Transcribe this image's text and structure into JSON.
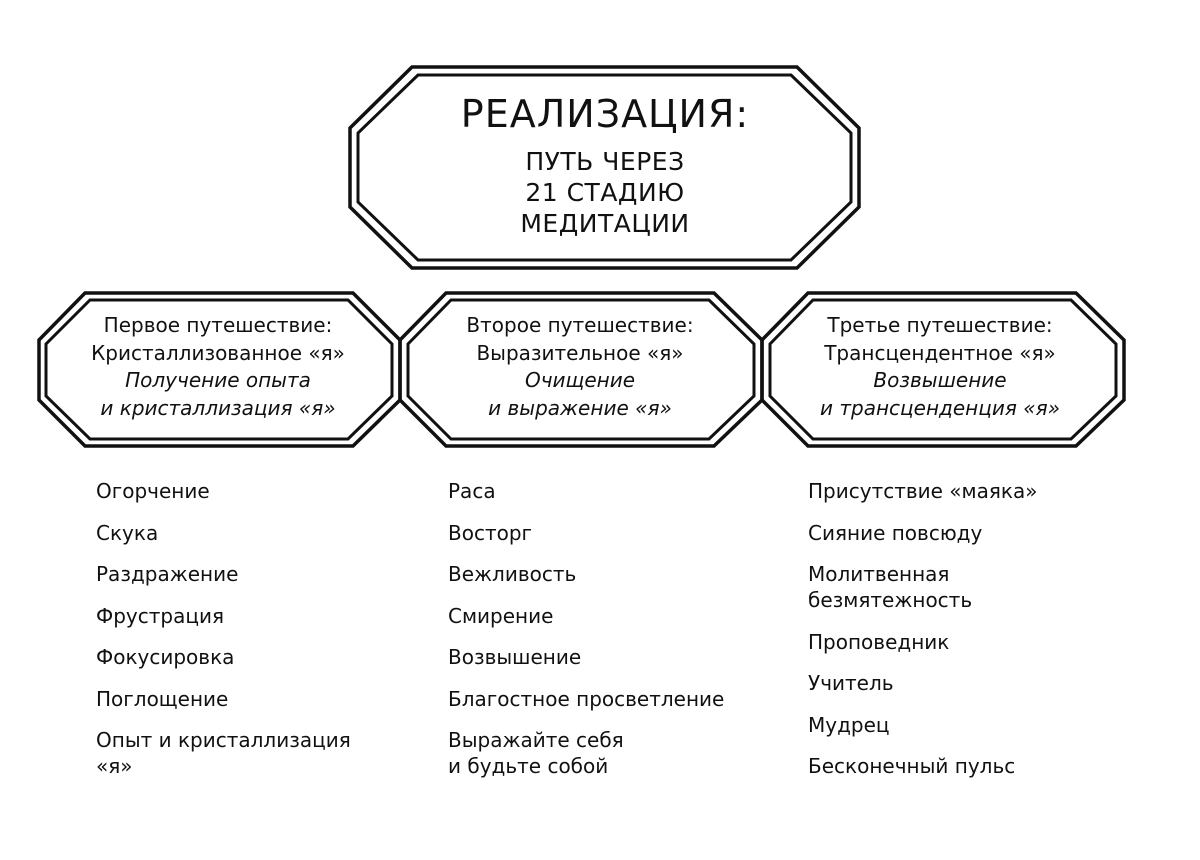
{
  "title": {
    "main": "РЕАЛИЗАЦИЯ:",
    "line1": "ПУТЬ ЧЕРЕЗ",
    "line2": "21 СТАДИЮ",
    "line3": "МЕДИТАЦИИ"
  },
  "journeys": [
    {
      "heading": "Первое путешествие:",
      "self": "Кристаллизованное «я»",
      "italic1": "Получение опыта",
      "italic2": "и кристаллизация «я»",
      "stages": [
        "Огорчение",
        "Скука",
        "Раздражение",
        "Фрустрация",
        "Фокусировка",
        "Поглощение",
        "Опыт и кристаллизация «я»"
      ]
    },
    {
      "heading": "Второе путешествие:",
      "self": "Выразительное «я»",
      "italic1": "Очищение",
      "italic2": "и выражение «я»",
      "stages": [
        "Раса",
        "Восторг",
        "Вежливость",
        "Смирение",
        "Возвышение",
        "Благостное просветление",
        "Выражайте себя и будьте собой"
      ]
    },
    {
      "heading": "Третье путешествие:",
      "self": "Трансцендентное «я»",
      "italic1": "Возвышение",
      "italic2": "и трансценденция «я»",
      "stages": [
        "Присутствие «маяка»",
        "Сияние повсюду",
        "Молитвенная безмятежность",
        "Проповедник",
        "Учитель",
        "Мудрец",
        "Бесконечный пульс"
      ]
    }
  ]
}
